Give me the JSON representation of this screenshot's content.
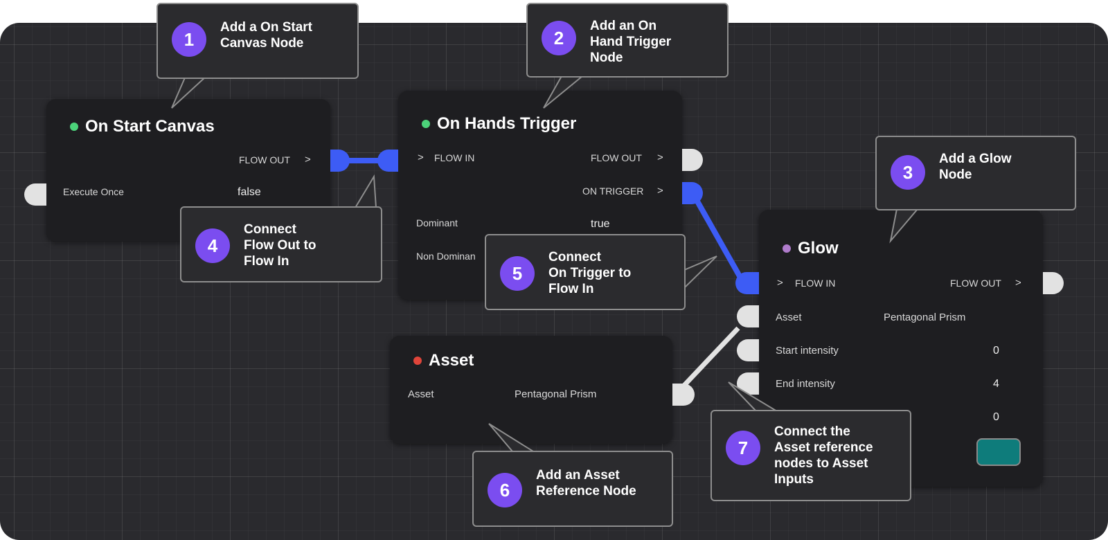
{
  "nodes": {
    "on_start_canvas": {
      "title": "On Start Canvas",
      "dot_color": "#4cd37a",
      "flow_out": "FLOW OUT",
      "execute_once_label": "Execute Once",
      "execute_once_value": "false"
    },
    "on_hands_trigger": {
      "title": "On Hands Trigger",
      "dot_color": "#4cd37a",
      "flow_in": "FLOW IN",
      "flow_out": "FLOW OUT",
      "on_trigger": "ON TRIGGER",
      "dominant_label": "Dominant",
      "dominant_value": "true",
      "non_dominant_label": "Non Dominan"
    },
    "glow": {
      "title": "Glow",
      "dot_color": "#b07ccc",
      "flow_in": "FLOW IN",
      "flow_out": "FLOW OUT",
      "asset_label": "Asset",
      "asset_value": "Pentagonal Prism",
      "start_intensity_label": "Start intensity",
      "start_intensity_value": "0",
      "end_intensity_label": "End intensity",
      "end_intensity_value": "4",
      "extra_value": "0",
      "color_swatch": "#0e7c7b"
    },
    "asset": {
      "title": "Asset",
      "dot_color": "#e0453a",
      "asset_label": "Asset",
      "asset_value": "Pentagonal Prism"
    }
  },
  "callouts": [
    {
      "num": "1",
      "text": "Add a On Start\nCanvas Node"
    },
    {
      "num": "2",
      "text": "Add an On\nHand Trigger\nNode"
    },
    {
      "num": "3",
      "text": "Add a Glow\nNode"
    },
    {
      "num": "4",
      "text": "Connect\nFlow Out to\nFlow In"
    },
    {
      "num": "5",
      "text": "Connect\nOn Trigger to\nFlow In"
    },
    {
      "num": "6",
      "text": "Add an Asset\nReference Node"
    },
    {
      "num": "7",
      "text": "Connect the\nAsset reference\nnodes to Asset\nInputs"
    }
  ],
  "chevron": ">",
  "colors": {
    "accent": "#7b4df0",
    "wire_blue": "#3d5cf5",
    "wire_white": "#e2e2e2",
    "canvas_bg": "#2a2a2e"
  }
}
